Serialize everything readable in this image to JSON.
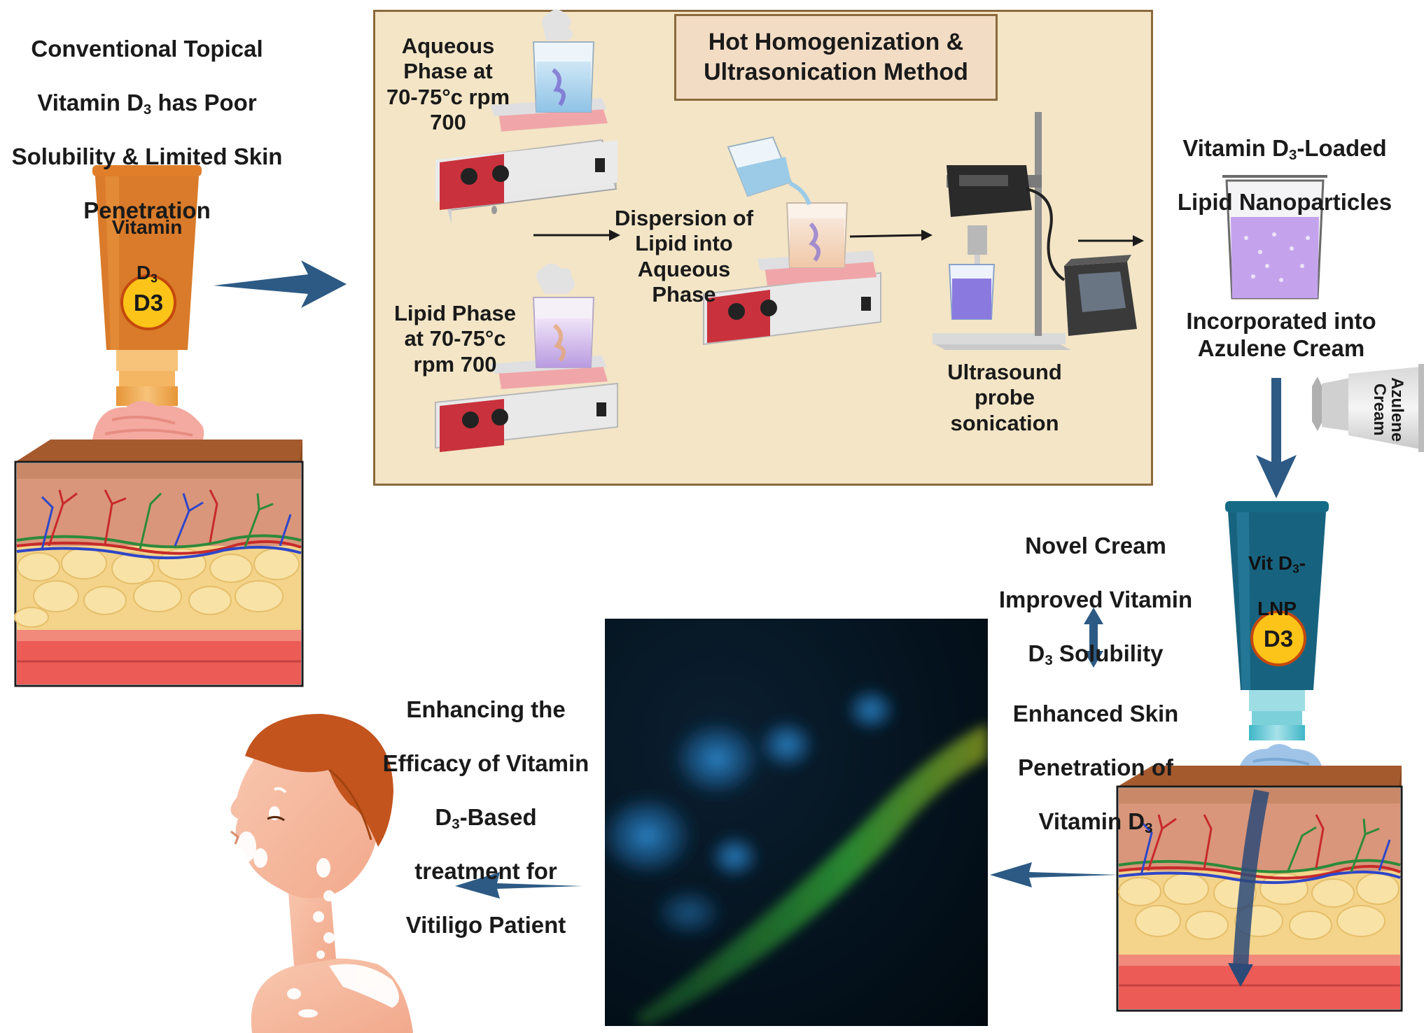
{
  "problem_title": {
    "line1": "Conventional Topical",
    "line2a": "Vitamin D",
    "line2sub": "3",
    "line2b": " has Poor",
    "line3": "Solubility & Limited Skin",
    "line4": "Penetration"
  },
  "conventional_tube": {
    "label_line1": "Vitamin",
    "label_line2a": "D",
    "label_line2sub": "3",
    "badge": "D3",
    "color": "#d97b2a"
  },
  "method_title": "Hot Homogenization &\nUltrasonication Method",
  "aqueous_phase": "Aqueous\nPhase at\n70-75°c  rpm\n700",
  "lipid_phase": "Lipid Phase\nat 70-75°c\nrpm 700",
  "dispersion": "Dispersion of\nLipid into\nAqueous Phase",
  "sonication": "Ultrasound\nprobe\nsonication",
  "lnp_title": {
    "line1a": "Vitamin D",
    "line1sub": "3",
    "line1b": "-Loaded",
    "line2": "Lipid Nanoparticles"
  },
  "incorporated": "Incorporated  into\nAzulene Cream",
  "azulene_tube_label": "Azulene\nCream",
  "novel_cream": {
    "line1": "Novel Cream",
    "line2": "Improved Vitamin",
    "line3a": "D",
    "line3sub": "3",
    "line3b": " Solubility"
  },
  "enhanced_penetration": {
    "line1": "Enhanced Skin",
    "line2": "Penetration of",
    "line3a": "Vitamin D",
    "line3sub": "3"
  },
  "lnp_tube": {
    "label_line1a": "Vit D",
    "label_line1sub": "3",
    "label_line1b": "-",
    "label_line2": "LNP",
    "badge": "D3",
    "color": "#17637f"
  },
  "efficacy": {
    "line1": "Enhancing the",
    "line2": "Efficacy of Vitamin",
    "line3a": "D",
    "line3sub": "3",
    "line3b": "-Based",
    "line4": "treatment for",
    "line5": "Vitiligo Patient"
  },
  "colors": {
    "arrow_blue": "#2c5a84",
    "process_bg": "#f3e5c6",
    "process_border": "#8a6a3c",
    "badge_yellow": "#fcc419"
  }
}
